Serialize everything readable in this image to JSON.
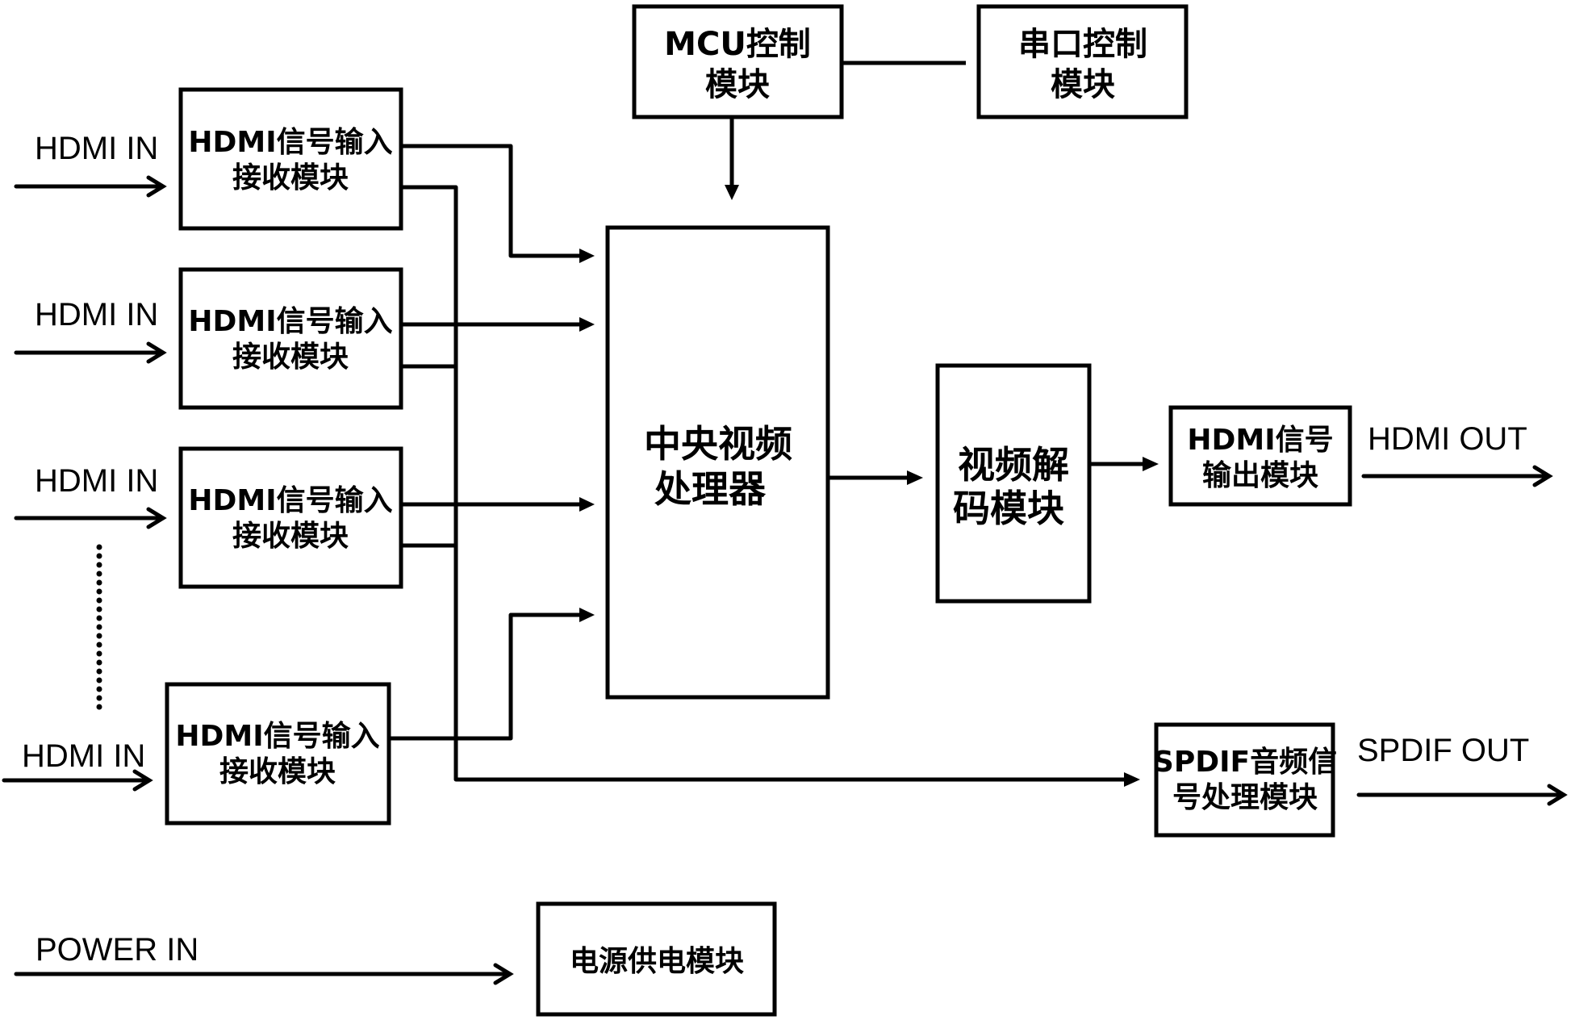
{
  "diagram": {
    "inputs": [
      {
        "label": "HDMI IN",
        "module": [
          "HDMI信号输入",
          "接收模块"
        ]
      },
      {
        "label": "HDMI IN",
        "module": [
          "HDMI信号输入",
          "接收模块"
        ]
      },
      {
        "label": "HDMI IN",
        "module": [
          "HDMI信号输入",
          "接收模块"
        ]
      },
      {
        "label": "HDMI IN",
        "module": [
          "HDMI信号输入",
          "接收模块"
        ]
      }
    ],
    "mcu": [
      "MCU控制",
      "模块"
    ],
    "serial": [
      "串口控制",
      "模块"
    ],
    "cpu": [
      "中央视频",
      "处理器"
    ],
    "decoder": [
      "视频解",
      "码模块"
    ],
    "hdmi_out_module": [
      "HDMI信号",
      "输出模块"
    ],
    "hdmi_out_label": "HDMI OUT",
    "spdif_module": [
      "SPDIF音频信",
      "号处理模块"
    ],
    "spdif_out_label": "SPDIF OUT",
    "power_label": "POWER IN",
    "power_module": "电源供电模块"
  }
}
